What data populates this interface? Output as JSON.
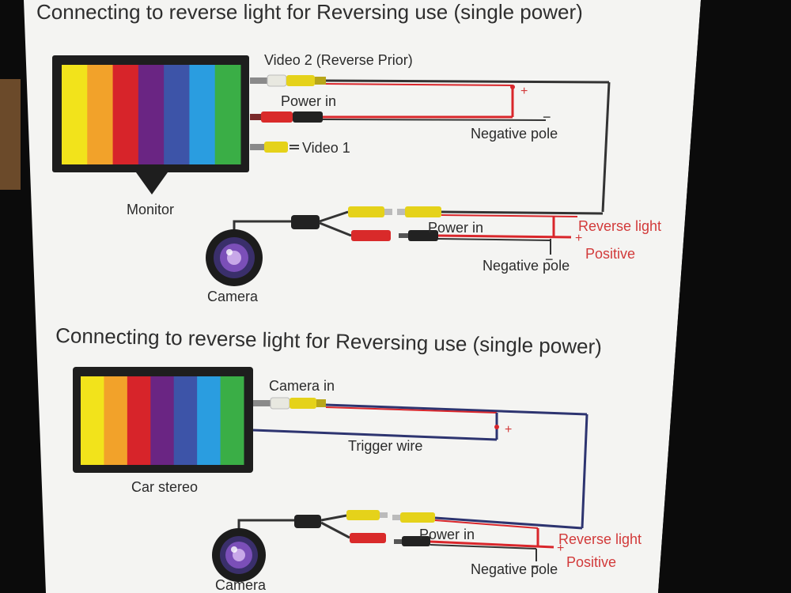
{
  "diagram_top": {
    "title": "Connecting to reverse light for Reversing use (single power)",
    "video2_label": "Video 2 (Reverse Prior)",
    "power_in_label": "Power in",
    "negative_pole_label": "Negative pole",
    "video1_label": "Video 1",
    "monitor_label": "Monitor",
    "camera_label": "Camera",
    "cam_power_in_label": "Power in",
    "reverse_light_label": "Reverse light",
    "positive_label": "Positive",
    "cam_negative_pole_label": "Negative pole",
    "plus_sign": "+",
    "minus_sign": "−"
  },
  "diagram_bottom": {
    "title": "Connecting to reverse light for Reversing use (single power)",
    "camera_in_label": "Camera in",
    "trigger_wire_label": "Trigger wire",
    "car_stereo_label": "Car stereo",
    "camera_label": "Camera",
    "power_in_label": "Power in",
    "reverse_light_label": "Reverse light",
    "positive_label": "Positive",
    "negative_pole_label": "Negative pole",
    "plus_sign": "+",
    "minus_sign": "−"
  },
  "colors": {
    "paper": "#f4f4f2",
    "wire_red": "#d9262b",
    "wire_navy": "#2d3470",
    "wire_dark": "#333333",
    "rca_yellow": "#e5d21a",
    "rca_red": "#d92a2a",
    "label_red": "#d23a3a",
    "screen_bars": [
      "#f2e31b",
      "#f2a22a",
      "#d7242a",
      "#6a2583",
      "#3d54a8",
      "#2a9de0",
      "#3aae46"
    ]
  },
  "icons": [
    "rca-plug-icon",
    "camera-lens-icon",
    "y-splitter-icon",
    "dc-plug-icon"
  ]
}
